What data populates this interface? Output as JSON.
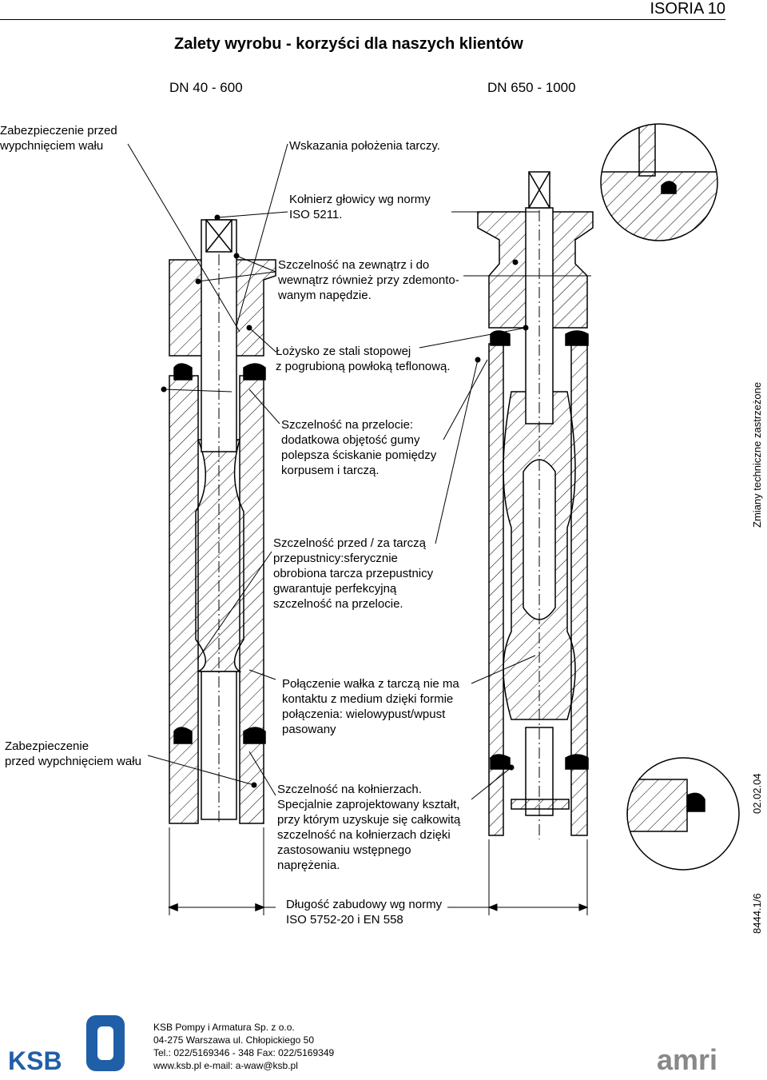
{
  "header": {
    "title": "ISORIA 10"
  },
  "document": {
    "title": "Zalety wyrobu - korzyści dla naszych klientów",
    "dn_left": "DN 40 - 600",
    "dn_right": "DN 650 - 1000"
  },
  "callouts": {
    "shaft_protection_top": "Zabezpieczenie przed\nwypchnięciem wału",
    "disc_position": "Wskazania położenia tarczy.",
    "flange_iso": "Kołnierz głowicy wg normy\nISO 5211.",
    "tightness_outside": "Szczelność na zewnątrz i do\nwewnątrz również przy zdemonto-\nwanym napędzie.",
    "bearing": "Łożysko ze stali stopowej\nz pogrubioną powłoką teflonową.",
    "passage_seal": "Szczelność na przelocie:\ndodatkowa objętość gumy\npolepsza ściskanie pomiędzy\nkorpusem i tarczą.",
    "disc_seal": "Szczelność przed / za tarczą\nprzepustnicy:sferycznie\nobrobiona tarcza przepustnicy\ngwarantuje perfekcyjną\nszczelność na przelocie.",
    "shaft_disc_connection": "Połączenie wałka z tarczą nie ma\nkontaktu z medium dzięki formie\npołączenia: wielowypust/wpust\npasowany",
    "shaft_protection_bottom": "Zabezpieczenie\nprzed wypchnięciem wału",
    "flange_seal": "Szczelność na kołnierzach.\nSpecjalnie zaprojektowany kształt,\nprzy którym uzyskuje się całkowitą\nszczelność na kołnierzach dzięki\nzastosowaniu wstępnego\nnaprężenia.",
    "face_length": "Długość zabudowy wg normy\nISO 5752-20 i EN 558"
  },
  "side": {
    "note": "Zmiany techniczne zastrzeżone",
    "date": "02.02.04",
    "code": "8444.1/6"
  },
  "footer": {
    "ksb_logo": "KSB",
    "amri_logo": "amri",
    "address": "KSB Pompy i Armatura Sp. z o.o.\n04-275 Warszawa ul. Chłopickiego 50\nTel.: 022/5169346 - 348    Fax: 022/5169349\nwww.ksb.pl     e-mail: a-waw@ksb.pl"
  }
}
